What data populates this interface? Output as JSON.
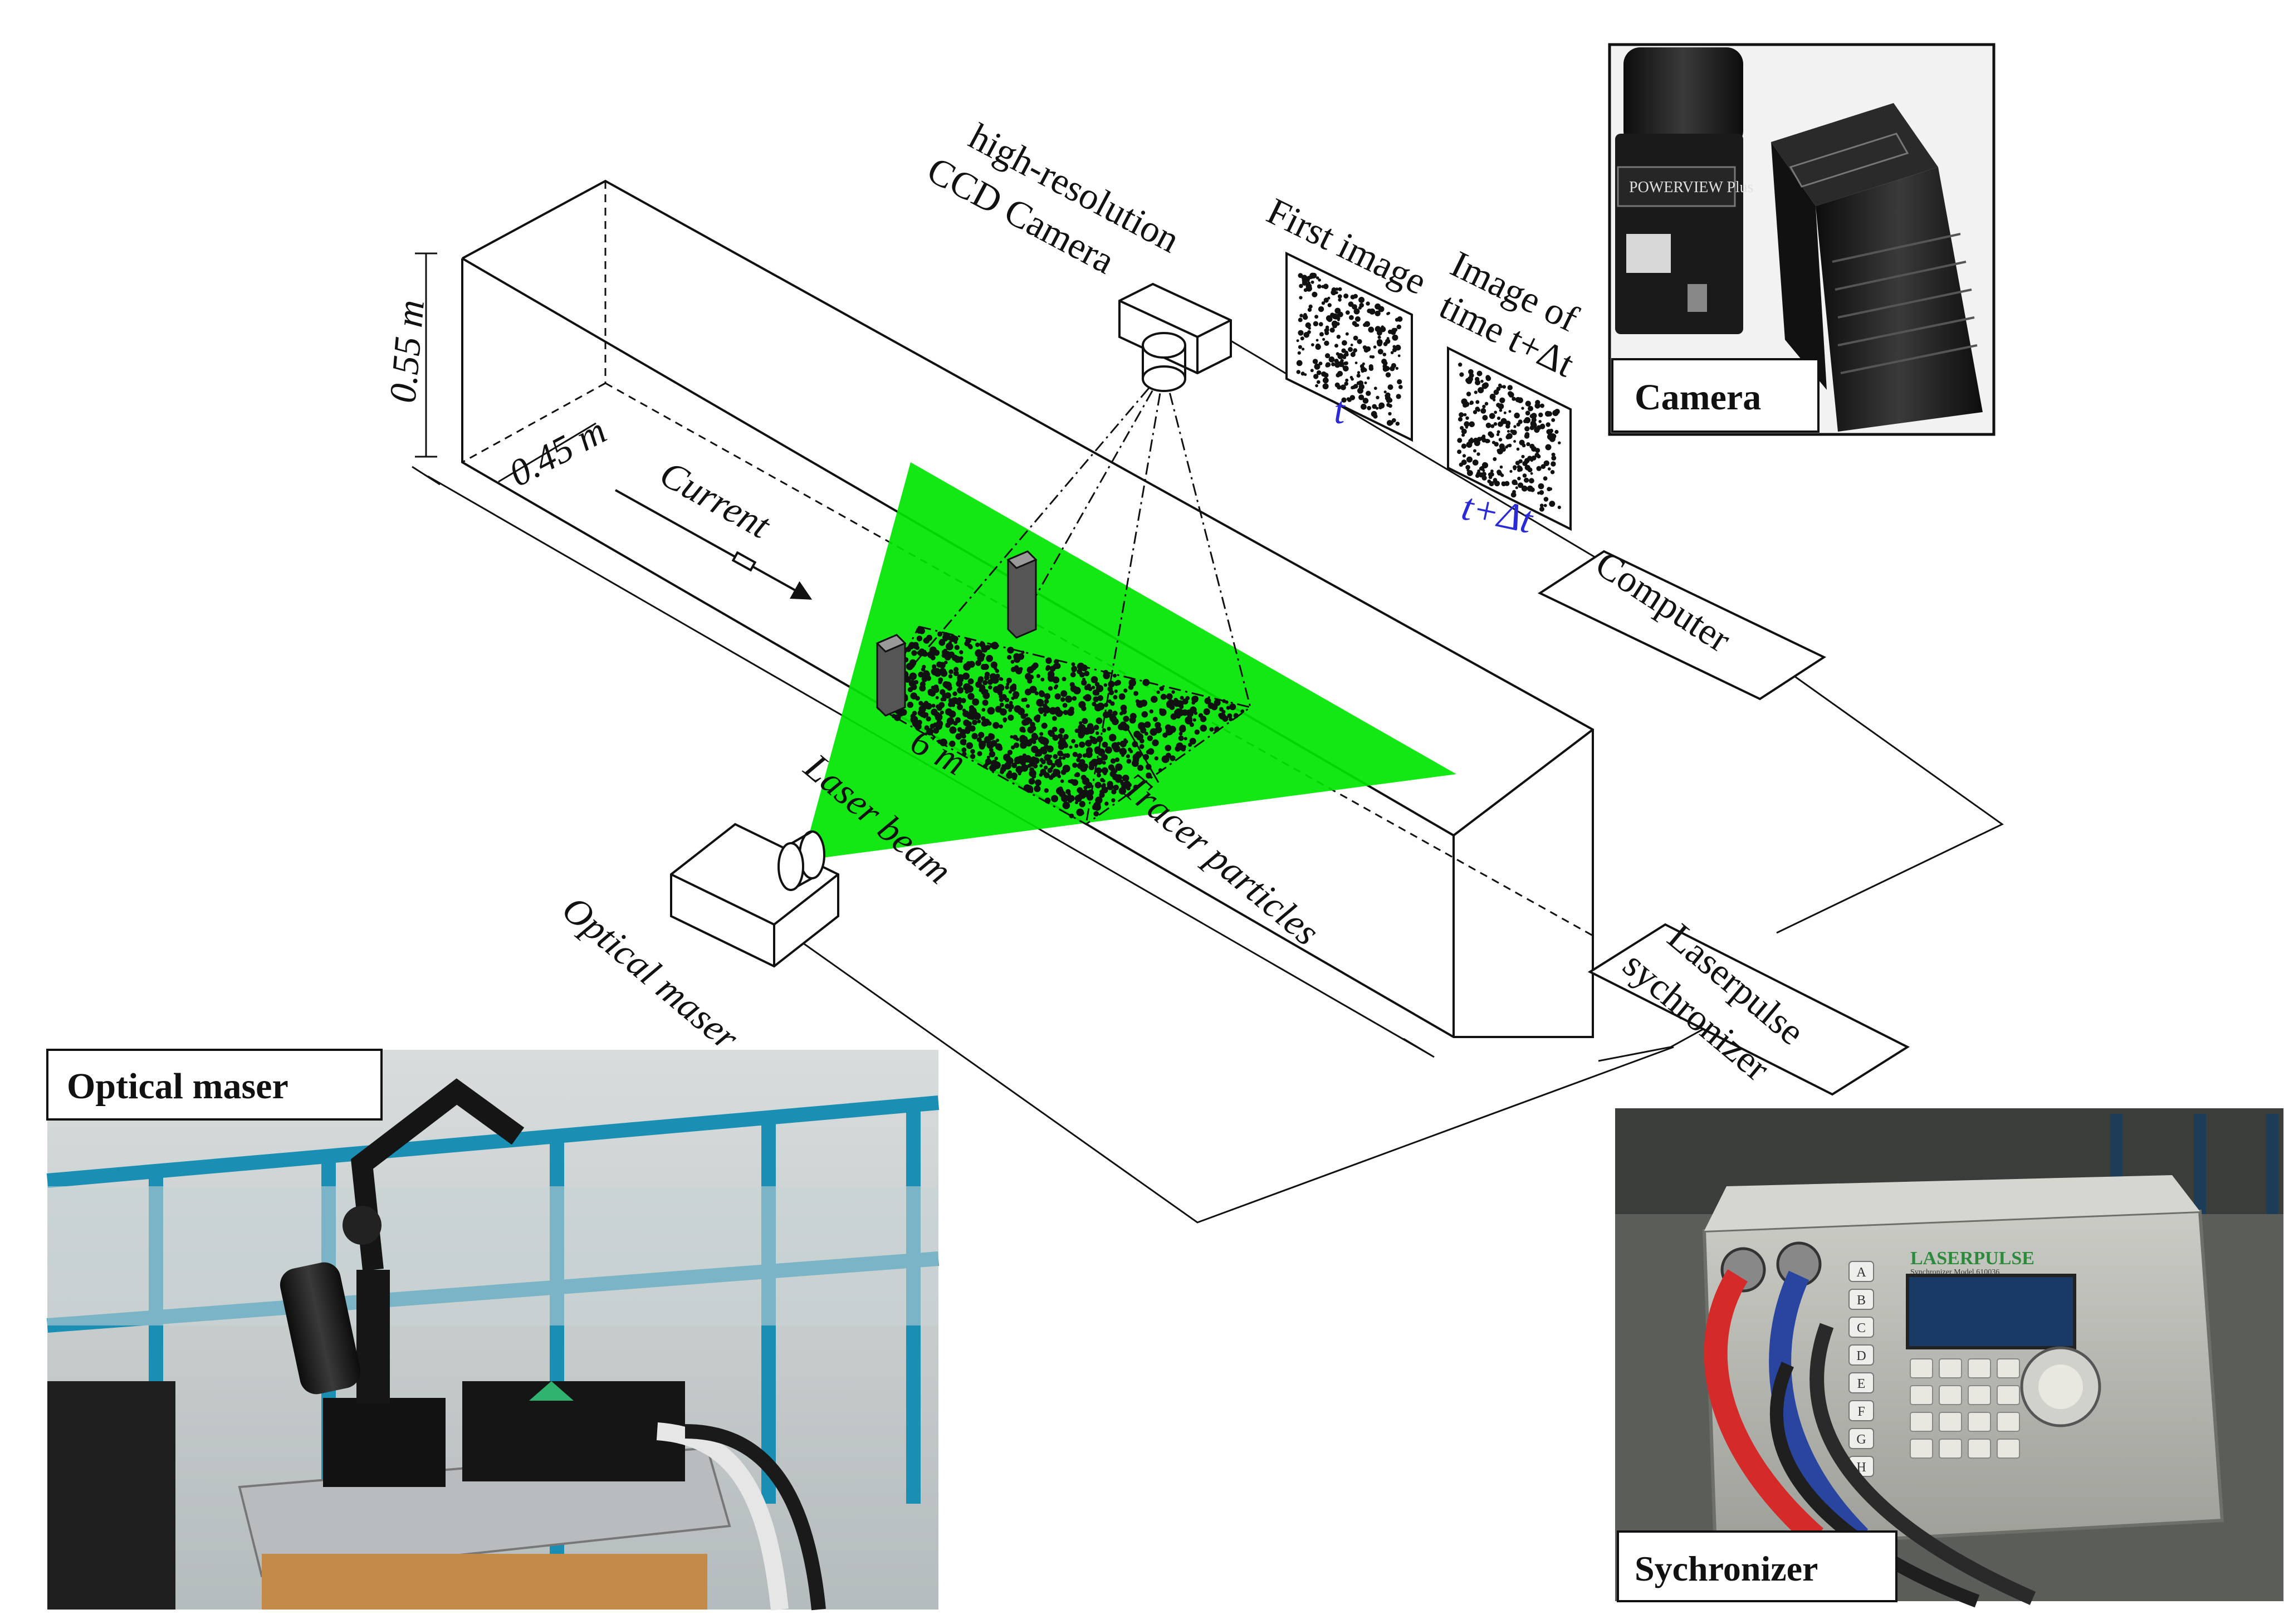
{
  "diagram": {
    "labels": {
      "camera_line1": "high-resolution",
      "camera_line2": "CCD Camera",
      "first_image": "First image",
      "first_image_time": "t",
      "second_image_line1": "Image of",
      "second_image_line2": "time t+Δt",
      "second_image_time": "t+Δt",
      "height": "0.55 m",
      "width": "0.45 m",
      "length": "6 m",
      "current": "Current",
      "laser_beam": "Laser beam",
      "tracer_particles": "Tracer particles",
      "optical_maser": "Optical maser",
      "computer": "Computer",
      "synchronizer_line1": "Laserpulse",
      "synchronizer_line2": "sychronizer"
    },
    "colors": {
      "laser_sheet": "#00e600",
      "time_label": "#2a2ad8",
      "line": "#111111"
    }
  },
  "photos": {
    "camera": {
      "label": "Camera",
      "brand_text": "POWERVIEW Plus"
    },
    "optical_maser": {
      "label": "Optical maser"
    },
    "synchronizer": {
      "label": "Sychronizer",
      "brand_text": "LASERPULSE",
      "subtitle": "Synchronizer Model 610036",
      "key_letters": [
        "A",
        "B",
        "C",
        "D",
        "E",
        "F",
        "G",
        "H"
      ]
    }
  }
}
